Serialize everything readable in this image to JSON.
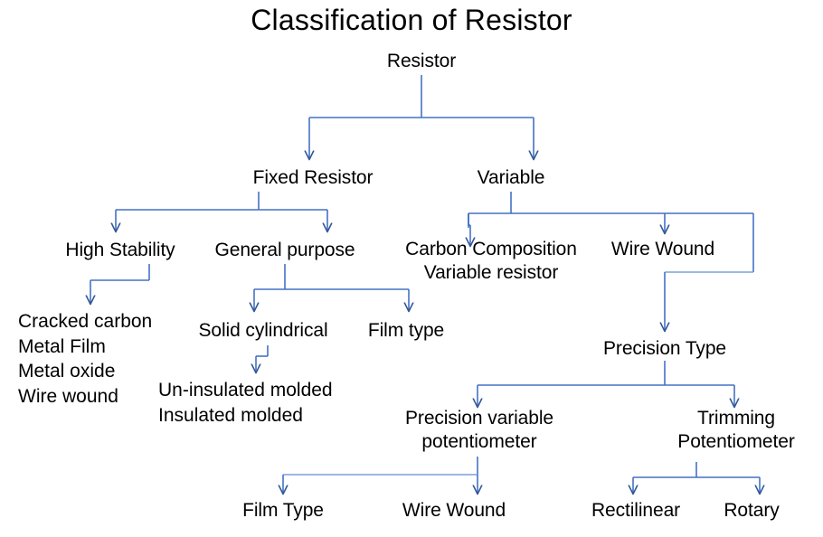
{
  "title": "Classification of Resistor",
  "colors": {
    "connector": "#4472C4",
    "connector_light": "#7BA0D8",
    "text": "#000000",
    "background": "#FFFFFF"
  },
  "chart_data": {
    "type": "diagram",
    "subtype": "hierarchy-tree",
    "title": "Classification of Resistor",
    "root": "Resistor",
    "nodes": [
      {
        "id": "resistor",
        "label": "Resistor",
        "level": 0
      },
      {
        "id": "fixed",
        "label": "Fixed Resistor",
        "level": 1
      },
      {
        "id": "variable",
        "label": "Variable",
        "level": 1
      },
      {
        "id": "high-stability",
        "label": "High Stability",
        "level": 2
      },
      {
        "id": "general-purpose",
        "label": "General purpose",
        "level": 2
      },
      {
        "id": "carbon-composition",
        "label": "Carbon Composition\nVariable resistor",
        "level": 2
      },
      {
        "id": "wire-wound",
        "label": "Wire Wound",
        "level": 2
      },
      {
        "id": "high-stability-types",
        "label": "Cracked carbon\nMetal Film\nMetal oxide\nWire wound",
        "level": 3
      },
      {
        "id": "solid-cylindrical",
        "label": "Solid cylindrical",
        "level": 3
      },
      {
        "id": "film-type",
        "label": "Film type",
        "level": 3
      },
      {
        "id": "precision-type",
        "label": "Precision Type",
        "level": 3
      },
      {
        "id": "molded-types",
        "label": "Un-insulated molded\nInsulated molded",
        "level": 4
      },
      {
        "id": "precision-variable-potentiometer",
        "label": "Precision variable\npotentiometer",
        "level": 4
      },
      {
        "id": "trimming-potentiometer",
        "label": "Trimming\nPotentiometer",
        "level": 4
      },
      {
        "id": "film-type-2",
        "label": "Film Type",
        "level": 5
      },
      {
        "id": "wire-wound-2",
        "label": "Wire Wound",
        "level": 5
      },
      {
        "id": "rectilinear",
        "label": "Rectilinear",
        "level": 5
      },
      {
        "id": "rotary",
        "label": "Rotary",
        "level": 5
      }
    ],
    "edges": [
      {
        "from": "resistor",
        "to": "fixed"
      },
      {
        "from": "resistor",
        "to": "variable"
      },
      {
        "from": "fixed",
        "to": "high-stability"
      },
      {
        "from": "fixed",
        "to": "general-purpose"
      },
      {
        "from": "variable",
        "to": "carbon-composition"
      },
      {
        "from": "variable",
        "to": "wire-wound"
      },
      {
        "from": "variable",
        "to": "precision-type"
      },
      {
        "from": "high-stability",
        "to": "high-stability-types"
      },
      {
        "from": "general-purpose",
        "to": "solid-cylindrical"
      },
      {
        "from": "general-purpose",
        "to": "film-type"
      },
      {
        "from": "solid-cylindrical",
        "to": "molded-types"
      },
      {
        "from": "precision-type",
        "to": "precision-variable-potentiometer"
      },
      {
        "from": "precision-type",
        "to": "trimming-potentiometer"
      },
      {
        "from": "precision-variable-potentiometer",
        "to": "film-type-2"
      },
      {
        "from": "precision-variable-potentiometer",
        "to": "wire-wound-2"
      },
      {
        "from": "trimming-potentiometer",
        "to": "rectilinear"
      },
      {
        "from": "trimming-potentiometer",
        "to": "rotary"
      }
    ]
  },
  "labels": {
    "resistor": "Resistor",
    "fixed_resistor": "Fixed Resistor",
    "variable": "Variable",
    "high_stability": "High Stability",
    "general_purpose": "General purpose",
    "carbon_composition": "Carbon Composition\nVariable resistor",
    "wire_wound": "Wire Wound",
    "high_stability_types": "Cracked carbon\nMetal Film\nMetal oxide\nWire wound",
    "solid_cylindrical": "Solid cylindrical",
    "film_type": "Film type",
    "precision_type": "Precision Type",
    "molded_types": "Un-insulated molded\nInsulated molded",
    "precision_variable_potentiometer": "Precision variable\npotentiometer",
    "trimming_potentiometer": "Trimming\nPotentiometer",
    "film_type_2": "Film Type",
    "wire_wound_2": "Wire Wound",
    "rectilinear": "Rectilinear",
    "rotary": "Rotary"
  }
}
